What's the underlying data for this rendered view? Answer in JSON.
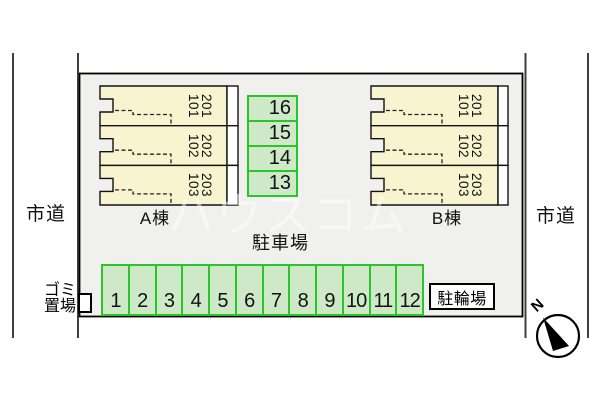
{
  "roads": {
    "left_label": "市道",
    "right_label": "市道"
  },
  "site": {
    "parking_area_label": "駐車場",
    "bicycle_parking_label": "駐輪場",
    "garbage_line1": "ゴミ",
    "garbage_line2": "置場",
    "watermark": "ハウスコム",
    "compass_north": "N"
  },
  "buildings": [
    {
      "name": "A棟",
      "units": [
        {
          "upper": "201",
          "lower": "101"
        },
        {
          "upper": "202",
          "lower": "102"
        },
        {
          "upper": "203",
          "lower": "103"
        }
      ]
    },
    {
      "name": "B棟",
      "units": [
        {
          "upper": "201",
          "lower": "101"
        },
        {
          "upper": "202",
          "lower": "102"
        },
        {
          "upper": "203",
          "lower": "103"
        }
      ]
    }
  ],
  "parking": {
    "row_spaces": [
      "1",
      "2",
      "3",
      "4",
      "5",
      "6",
      "7",
      "8",
      "9",
      "10",
      "11",
      "12"
    ],
    "column_spaces": [
      "16",
      "15",
      "14",
      "13"
    ]
  },
  "colors": {
    "site_fill": "#f0f0ee",
    "building_fill": "#f9f4d0",
    "parking_fill": "#cee9c8",
    "parking_border": "#2bc42b",
    "road_line": "#3f3f3f"
  }
}
